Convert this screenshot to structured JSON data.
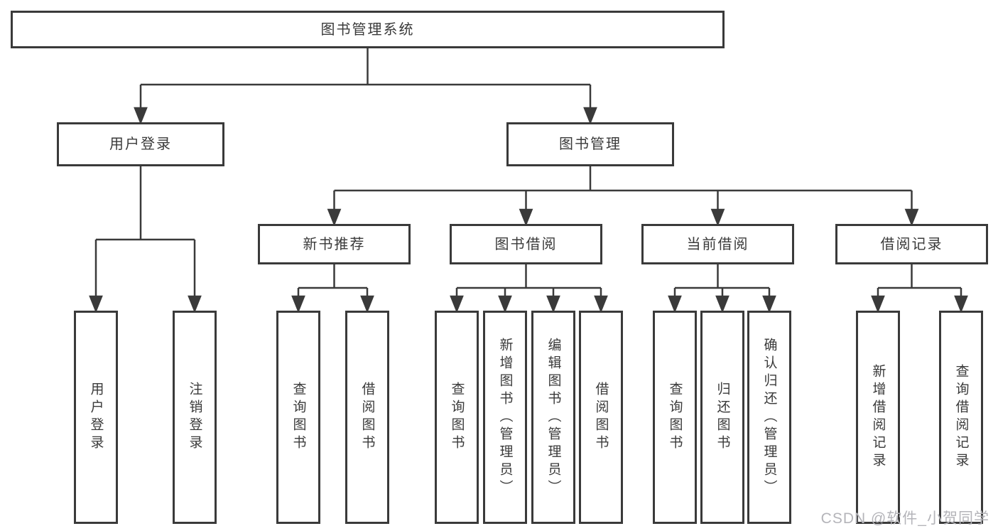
{
  "root": {
    "label": "图书管理系统"
  },
  "branches": [
    {
      "label": "用户登录",
      "children": [
        {
          "label": "用户登录"
        },
        {
          "label": "注销登录"
        }
      ]
    },
    {
      "label": "图书管理",
      "groups": [
        {
          "label": "新书推荐",
          "children": [
            {
              "label": "查询图书"
            },
            {
              "label": "借阅图书"
            }
          ]
        },
        {
          "label": "图书借阅",
          "children": [
            {
              "label": "查询图书"
            },
            {
              "label": "新增图书（管理员）"
            },
            {
              "label": "编辑图书（管理员）"
            },
            {
              "label": "借阅图书"
            }
          ]
        },
        {
          "label": "当前借阅",
          "children": [
            {
              "label": "查询图书"
            },
            {
              "label": "归还图书"
            },
            {
              "label": "确认归还（管理员）"
            }
          ]
        },
        {
          "label": "借阅记录",
          "children": [
            {
              "label": "新增借阅记录"
            },
            {
              "label": "查询借阅记录"
            }
          ]
        }
      ]
    }
  ],
  "watermark": "CSDN @软件_小贺同学",
  "colors": {
    "line": "#3a3a3a",
    "text": "#3a3a3a",
    "background": "#ffffff",
    "watermark": "#b4b4b9"
  }
}
